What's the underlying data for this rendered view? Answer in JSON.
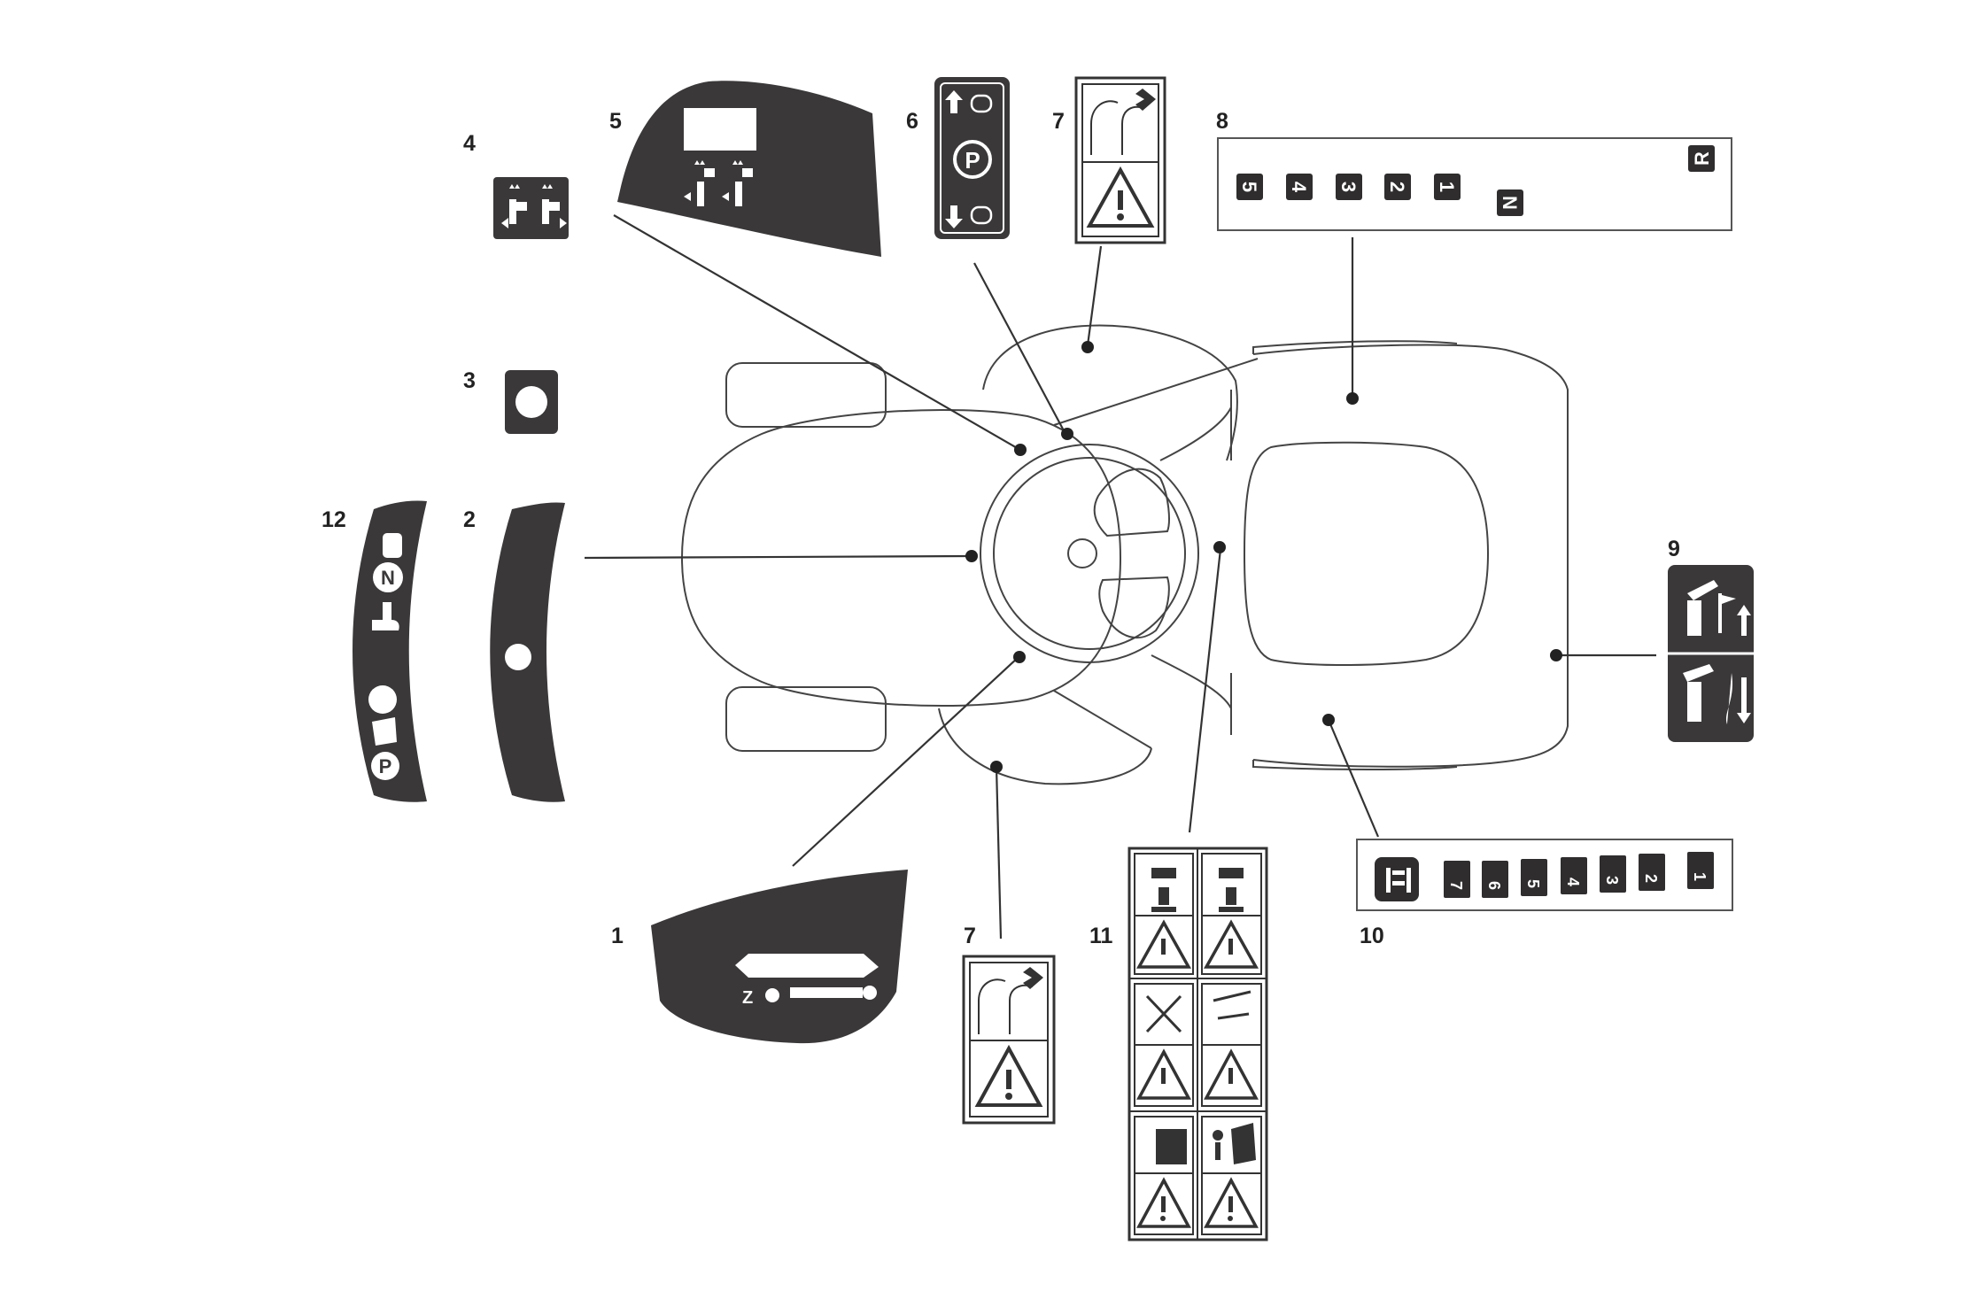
{
  "callouts": {
    "c1": "1",
    "c2": "2",
    "c3": "3",
    "c4": "4",
    "c5": "5",
    "c6": "6",
    "c7a": "7",
    "c7b": "7",
    "c8": "8",
    "c9": "9",
    "c10": "10",
    "c11": "11",
    "c12": "12"
  },
  "decal_6": {
    "symbol": "P"
  },
  "decal_8": {
    "gears": [
      "5",
      "4",
      "3",
      "2",
      "1"
    ],
    "neutral": "N",
    "reverse": "R"
  },
  "decal_10": {
    "speeds": [
      "7",
      "6",
      "5",
      "4",
      "3",
      "2",
      "1"
    ]
  },
  "decal_12": {
    "symbols": [
      "N",
      "P"
    ]
  }
}
